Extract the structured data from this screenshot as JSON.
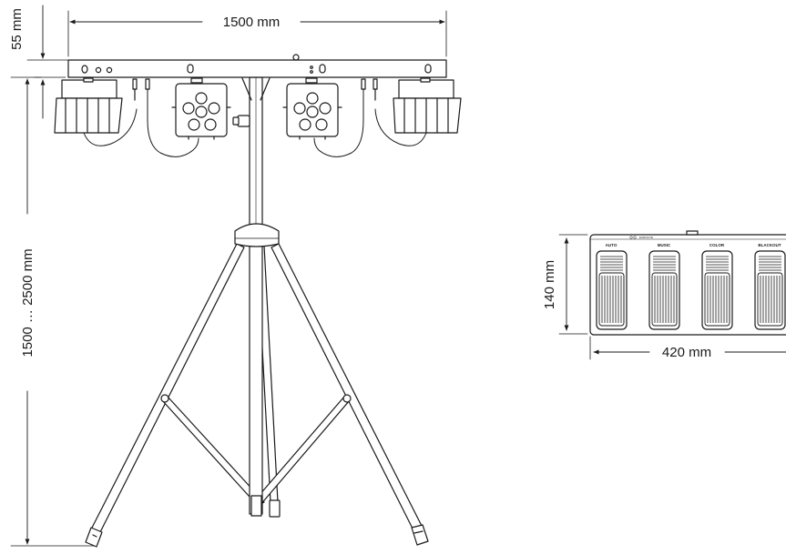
{
  "dimensions": {
    "bar_width": "1500 mm",
    "bar_height": "55 mm",
    "stand_height": "1500 … 2500 mm",
    "footswitch_height": "140 mm",
    "footswitch_width": "420 mm"
  },
  "footswitch": {
    "brand": "EUROLITE",
    "pedals": [
      "AUTO",
      "MUSIC",
      "COLOR",
      "BLACKOUT"
    ]
  },
  "colors": {
    "line": "#1a1a1a",
    "fill": "#ffffff"
  }
}
